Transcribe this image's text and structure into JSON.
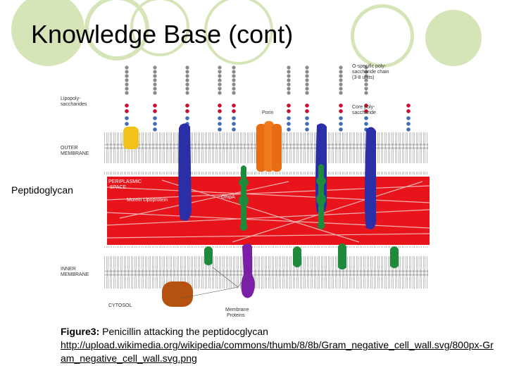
{
  "slide": {
    "title": "Knowledge Base (cont)",
    "side_label": "Peptidoglycan",
    "caption_prefix": "Figure3:",
    "caption_text": " Penicillin attacking the peptidocglycan",
    "caption_link": "http://upload.wikimedia.org/wikipedia/commons/thumb/8/8b/Gram_negative_cell_wall.svg/800px-Gram_negative_cell_wall.svg.png"
  },
  "diagram": {
    "labels": {
      "lipopolysaccharides_1": "Lipopoly-",
      "lipopolysaccharides_2": "saccharides",
      "o_specific_1": "O-specific poly-",
      "o_specific_2": "saccharide chain",
      "o_specific_3": "(3-8 units)",
      "porin": "Porin",
      "core_1": "Core poly-",
      "core_2": "saccharide",
      "outer_membrane_1": "OUTER",
      "outer_membrane_2": "MEMBRANE",
      "periplasmic_1": "PERIPLASMIC",
      "periplasmic_2": "SPACE",
      "murein": "Murein Lipoprotein",
      "ompa": "OmpA",
      "inner_membrane_1": "INNER",
      "inner_membrane_2": "MEMBRANE",
      "cytosol": "CYTOSOL",
      "membrane_proteins_1": "Membrane",
      "membrane_proteins_2": "Proteins"
    },
    "colors": {
      "peptidoglycan": "#e8141b",
      "lipid_head": "#b9b9b9",
      "porin": "#e86c12",
      "blue_protein": "#2a2fa8",
      "green_protein": "#1e8a3c",
      "purple_protein": "#7a1fa6",
      "brown_protein": "#b5520f",
      "yellow_protein": "#f2c21a",
      "chain_red": "#c8102e",
      "chain_blue": "#3f6fb5",
      "chain_gray": "#8a8a8a"
    }
  }
}
